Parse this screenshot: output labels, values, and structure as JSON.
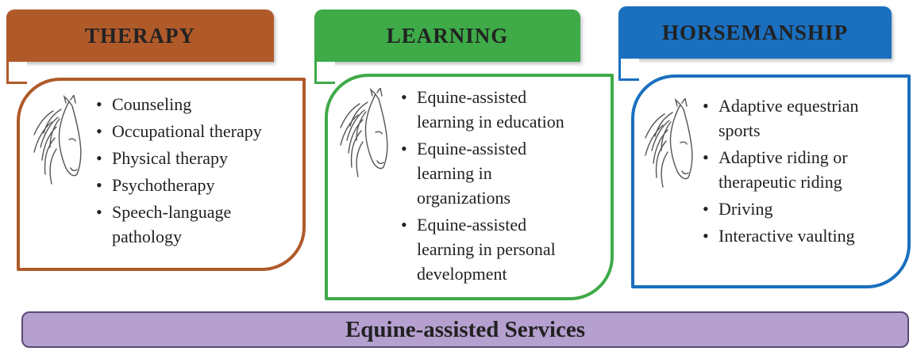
{
  "columns": [
    {
      "title": "THERAPY",
      "color": "#b05a2a",
      "items": [
        "Counseling",
        "Occupational therapy",
        "Physical therapy",
        "Psychotherapy",
        "Speech-language pathology"
      ]
    },
    {
      "title": "LEARNING",
      "color": "#3eaa48",
      "items": [
        "Equine-assisted learning in education",
        "Equine-assisted learning in organizations",
        "Equine-assisted learning in personal development"
      ]
    },
    {
      "title": "HORSEMANSHIP",
      "color": "#1a6fbf",
      "items": [
        "Adaptive equestrian sports",
        "Adaptive riding or therapeutic riding",
        "Driving",
        "Interactive vaulting"
      ]
    }
  ],
  "footer": {
    "label": "Equine-assisted Services",
    "color": "#b5a0d0"
  },
  "icons": {
    "column_icon": "horse-head-icon"
  }
}
